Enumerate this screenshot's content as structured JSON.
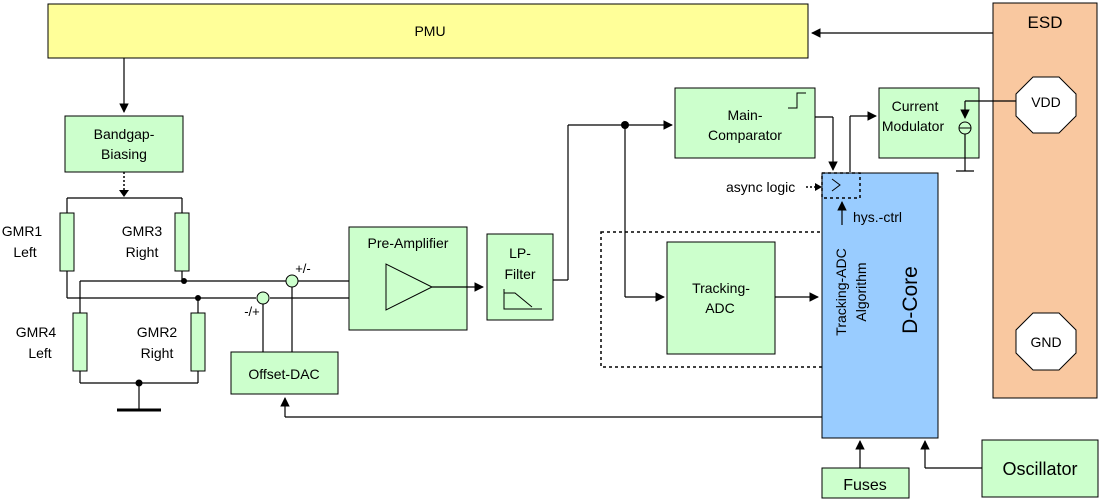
{
  "blocks": {
    "pmu": "PMU",
    "esd": "ESD",
    "bandgap": [
      "Bandgap-",
      "Biasing"
    ],
    "gmr1": [
      "GMR1",
      "Left"
    ],
    "gmr3": [
      "GMR3",
      "Right"
    ],
    "gmr4": [
      "GMR4",
      "Left"
    ],
    "gmr2": [
      "GMR2",
      "Right"
    ],
    "pre_amplifier": "Pre-Amplifier",
    "lp_filter": [
      "LP-",
      "Filter"
    ],
    "main_comparator": [
      "Main-",
      "Comparator"
    ],
    "current_modulator": [
      "Current",
      "Modulator"
    ],
    "tracking_adc": [
      "Tracking-",
      "ADC"
    ],
    "tracking_algorithm": [
      "Tracking-ADC",
      "Algorithm"
    ],
    "d_core": "D-Core",
    "offset_dac": "Offset-DAC",
    "fuses": "Fuses",
    "oscillator": "Oscillator",
    "vdd": "VDD",
    "gnd": "GND"
  },
  "annotations": {
    "plus_minus": "+/-",
    "minus_plus": "-/+",
    "async_logic": "async logic",
    "hys_ctrl": "hys.-ctrl"
  },
  "colors": {
    "pmu_fill": "#ffff99",
    "esd_fill": "#f9c8a0",
    "block_fill": "#ccffcc",
    "dcore_fill": "#99ccff",
    "octagon_fill": "#ffffff"
  }
}
